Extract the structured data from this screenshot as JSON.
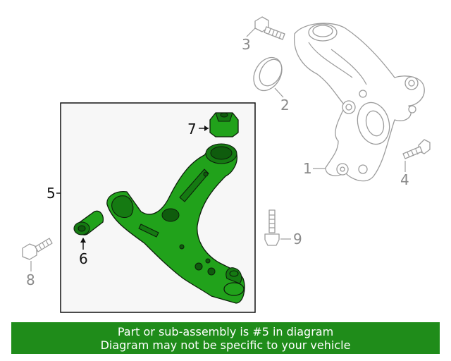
{
  "callouts": {
    "c1": "1",
    "c2": "2",
    "c3": "3",
    "c4": "4",
    "c5": "5",
    "c6": "6",
    "c7": "7",
    "c8": "8",
    "c9": "9"
  },
  "colors": {
    "highlight_green": "#21a21b",
    "banner_green": "#1f8c1a",
    "line_gray": "#9c9c9c"
  },
  "banner": {
    "line1": "Part or sub-assembly is #5 in diagram",
    "line2": "Diagram may not be specific to your vehicle"
  }
}
